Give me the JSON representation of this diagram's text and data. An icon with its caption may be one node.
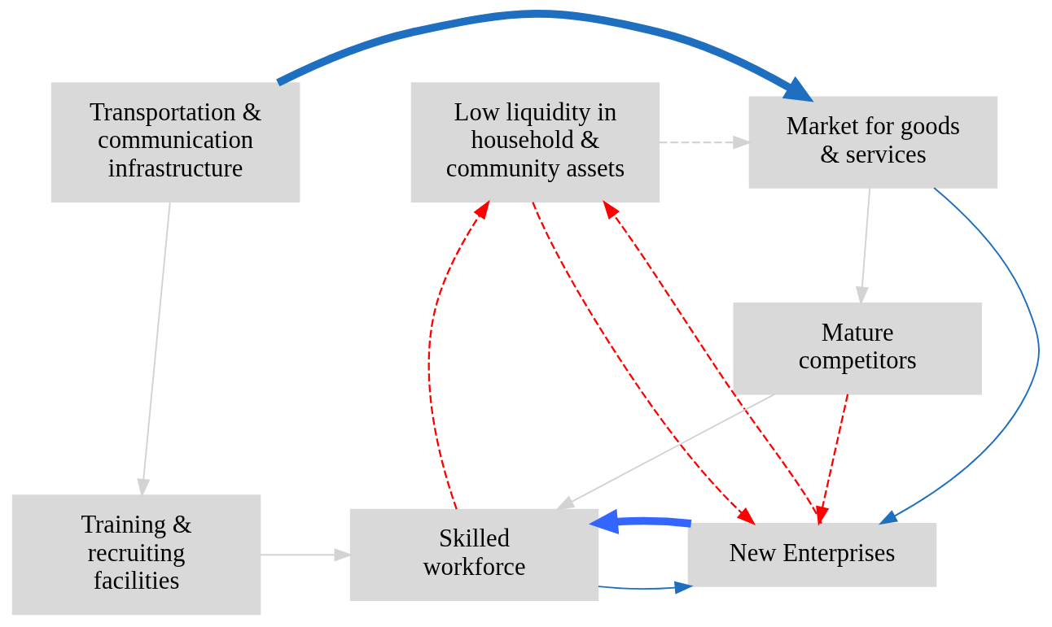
{
  "diagram": {
    "nodes": [
      {
        "text": [
          "Transportation & communication infrastructure"
        ]
      },
      {
        "text": [
          "Low liquidity in household & community assets"
        ]
      },
      {
        "text": [
          "Market for goods & services"
        ]
      },
      {
        "text": [
          "Training & recruiting facilities"
        ]
      },
      {
        "text": [
          "Skilled workforce"
        ]
      },
      {
        "text": [
          "New Enterprises"
        ]
      },
      {
        "text": [
          "Mature competitors"
        ]
      }
    ],
    "edges": [
      {
        "from": 0,
        "to": 2,
        "arrow": "to",
        "style": "thick",
        "color": "#1f6fc0"
      },
      {
        "from": 0,
        "to": 3,
        "arrow": "to"
      },
      {
        "from": 3,
        "to": 4,
        "arrow": "to"
      },
      {
        "from": 4,
        "to": 1,
        "arrow": "to",
        "style": "dashed",
        "color": "#ff0000"
      },
      {
        "from": 1,
        "to": 2,
        "arrow": "to",
        "style": "dashed"
      },
      {
        "from": 1,
        "to": 5,
        "arrow": "to",
        "style": "dashed",
        "color": "#ff0000"
      },
      {
        "from": 5,
        "to": 1,
        "arrow": "to",
        "style": "dashed",
        "color": "#ff0000"
      },
      {
        "from": 4,
        "to": 5,
        "arrow": "to",
        "color": "#1f6fc0"
      },
      {
        "from": 5,
        "to": 4,
        "arrow": "to",
        "style": "thick",
        "color": "#3366ff"
      },
      {
        "from": 2,
        "to": 5,
        "arrow": "to",
        "color": "#1f6fc0"
      },
      {
        "from": 2,
        "to": 6,
        "arrow": "to"
      },
      {
        "from": 6,
        "to": 4,
        "arrow": "to"
      },
      {
        "from": 6,
        "to": 5,
        "arrow": "to",
        "style": "dashed",
        "color": "#ff0000"
      }
    ]
  }
}
